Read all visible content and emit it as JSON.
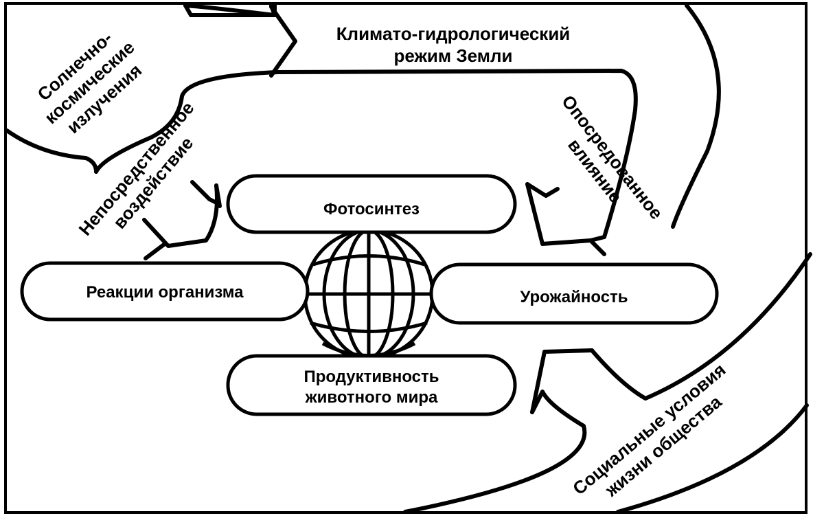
{
  "diagram": {
    "top_label": [
      "Климато-гидрологический",
      "режим Земли"
    ],
    "solar_label": [
      "Солнечно-",
      "космические",
      "излучения"
    ],
    "direct_label": [
      "Непосредственное",
      "воздействие"
    ],
    "mediated_label": [
      "Опосредованное",
      "влияние"
    ],
    "social_label": [
      "Социальные условия",
      "жизни общества"
    ],
    "box_photosynthesis": "Фотосинтез",
    "box_reactions": "Реакции организма",
    "box_yield": "Урожайность",
    "box_productivity": [
      "Продуктивность",
      "животного мира"
    ]
  }
}
